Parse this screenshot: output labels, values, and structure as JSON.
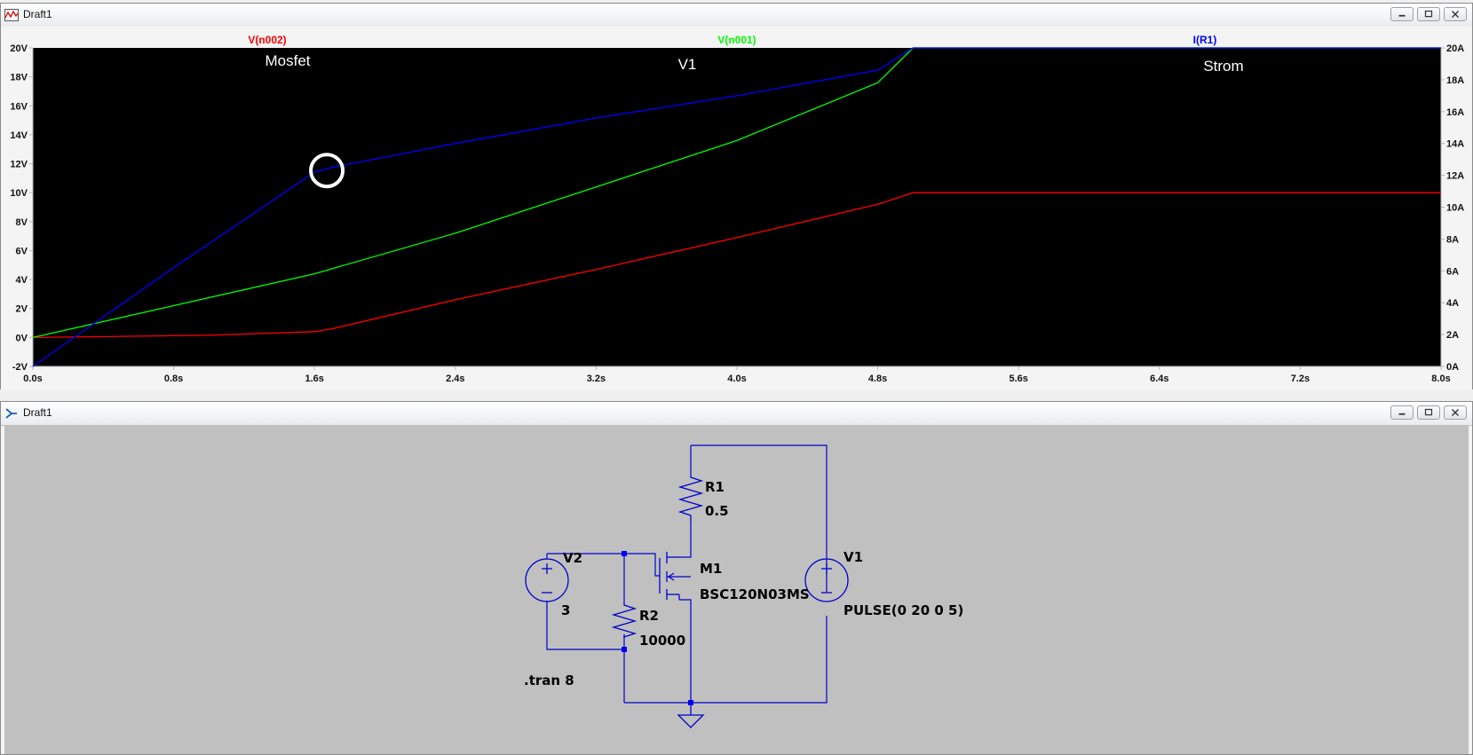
{
  "plot_window": {
    "title": "Draft1",
    "traces": [
      {
        "label": "V(n002)",
        "color": "#ff0000"
      },
      {
        "label": "V(n001)",
        "color": "#00ff00"
      },
      {
        "label": "I(R1)",
        "color": "#0000ff"
      }
    ],
    "annotations": {
      "mosfet": "Mosfet",
      "v1": "V1",
      "strom": "Strom"
    },
    "colors": {
      "background": "#000000",
      "axis": "#b8b8b8",
      "marker": "#ffffff"
    }
  },
  "chart_data": {
    "type": "line",
    "title": "",
    "xlabel": "",
    "ylabel": "",
    "x_ticks": [
      "0.0s",
      "0.8s",
      "1.6s",
      "2.4s",
      "3.2s",
      "4.0s",
      "4.8s",
      "5.6s",
      "6.4s",
      "7.2s",
      "8.0s"
    ],
    "y_left_ticks": [
      "20V",
      "18V",
      "16V",
      "14V",
      "12V",
      "10V",
      "8V",
      "6V",
      "4V",
      "2V",
      "0V",
      "-2V"
    ],
    "y_right_ticks": [
      "20A",
      "18A",
      "16A",
      "14A",
      "12A",
      "10A",
      "8A",
      "6A",
      "4A",
      "2A",
      "0A"
    ],
    "xlim": [
      0,
      8
    ],
    "ylim_left": [
      -2,
      20
    ],
    "ylim_right": [
      0,
      20
    ],
    "series": [
      {
        "name": "V(n002)",
        "axis": "left",
        "color": "#ff0000",
        "points": [
          [
            0,
            0
          ],
          [
            1.0,
            0.15
          ],
          [
            1.6,
            0.4
          ],
          [
            1.7,
            0.6
          ],
          [
            2.4,
            2.6
          ],
          [
            3.2,
            4.7
          ],
          [
            4.0,
            6.9
          ],
          [
            4.8,
            9.2
          ],
          [
            5.0,
            10.0
          ],
          [
            8.0,
            10.0
          ]
        ]
      },
      {
        "name": "V(n001)",
        "axis": "left",
        "color": "#00ff00",
        "points": [
          [
            0,
            0
          ],
          [
            0.8,
            2.2
          ],
          [
            1.6,
            4.4
          ],
          [
            2.4,
            7.2
          ],
          [
            3.2,
            10.4
          ],
          [
            4.0,
            13.6
          ],
          [
            4.8,
            17.6
          ],
          [
            5.0,
            20.0
          ],
          [
            8.0,
            20.0
          ]
        ]
      },
      {
        "name": "I(R1)",
        "axis": "right",
        "color": "#0000ff",
        "points": [
          [
            0,
            0
          ],
          [
            0.8,
            6.2
          ],
          [
            1.6,
            12.2
          ],
          [
            1.7,
            12.5
          ],
          [
            2.4,
            14.0
          ],
          [
            3.2,
            15.6
          ],
          [
            4.0,
            17.0
          ],
          [
            4.8,
            18.6
          ],
          [
            5.0,
            20.0
          ],
          [
            8.0,
            20.0
          ]
        ]
      }
    ],
    "marker": {
      "x": 1.67,
      "y": 12.3,
      "axis": "right"
    }
  },
  "schematic_window": {
    "title": "Draft1",
    "colors": {
      "background": "#c0c0c0",
      "wire": "#0000cc",
      "junction": "#0000ee"
    },
    "components": {
      "r1": {
        "name": "R1",
        "value": "0.5"
      },
      "r2": {
        "name": "R2",
        "value": "10000"
      },
      "m1": {
        "name": "M1",
        "model": "BSC120N03MS"
      },
      "v1": {
        "name": "V1",
        "value": "PULSE(0 20 0 5)"
      },
      "v2": {
        "name": "V2",
        "value": "3"
      }
    },
    "directive": ".tran 8"
  }
}
